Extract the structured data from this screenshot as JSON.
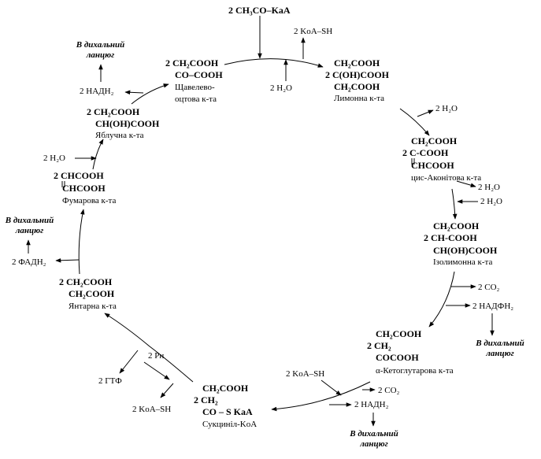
{
  "acetyl": "2 CH₃CO–KaA",
  "coa_released": "2 KoA–SH",
  "water": "2 H₂O",
  "oxaloacetate": {
    "l1": "2 CH₂COOH",
    "l2": "CO–COOH",
    "n1": "Щавелево-",
    "n2": "оцтова к-та"
  },
  "citrate": {
    "l1": "CH₂COOH",
    "l2": "2 C(OH)COOH",
    "l3": "CH₂COOH",
    "n": "Лимонна к-та"
  },
  "aconitate": {
    "l1": "CH₂COOH",
    "l2": "2 C-COOH",
    "l3": "CHCOOH",
    "n": "цис-Аконітова к-та"
  },
  "isocitrate": {
    "l1": "CH₂COOH",
    "l2": "2 CH-COOH",
    "l3": "CH(OH)COOH",
    "n": "Ізолимонна к-та"
  },
  "ketoglutarate": {
    "l1": "CH₂COOH",
    "l2": "2 CH₂",
    "l3": "COCOOH",
    "n": "α-Кетоглутарова  к-та"
  },
  "succinylcoa": {
    "l1": "CH₂COOH",
    "l2": "2 CH₂",
    "l3": "CO – S KaA",
    "n": "Сукциніл-KoA"
  },
  "succinate": {
    "l1": "2 CH₂COOH",
    "l2": "CH₂COOH",
    "n": "Янтарна к-та"
  },
  "fumarate": {
    "l1": "2 CHCOOH",
    "l2": "CHCOOH",
    "n": "Фумарова к-та"
  },
  "malate": {
    "l1": "2 CH₂COOH",
    "l2": "CH(OH)COOH",
    "n": "Яблучна к-та"
  },
  "side": {
    "h2o_citrate": "2 H₂O",
    "h2o_aconitate_out": "2 H₂O",
    "h2o_aconitate_in": "2 H₂O",
    "co2_isocitrate": "2 CO₂",
    "nadph": "2 НАДФН₂",
    "coa_in": "2 KoA–SH",
    "co2_ketoglutarate": "2 CO₂",
    "nadh_ketoglutarate": "2 НАДН₂",
    "pn": "2 Pн",
    "gtp": "2 ГТФ",
    "coa_out": "2 KoA–SH",
    "fadh2": "2 ФАДН₂",
    "h2o_fumarate": "2 H₂O",
    "nadh_malate": "2 НАДН₂"
  },
  "note": {
    "l1": "В дихальний",
    "l2": "ланцюг"
  }
}
